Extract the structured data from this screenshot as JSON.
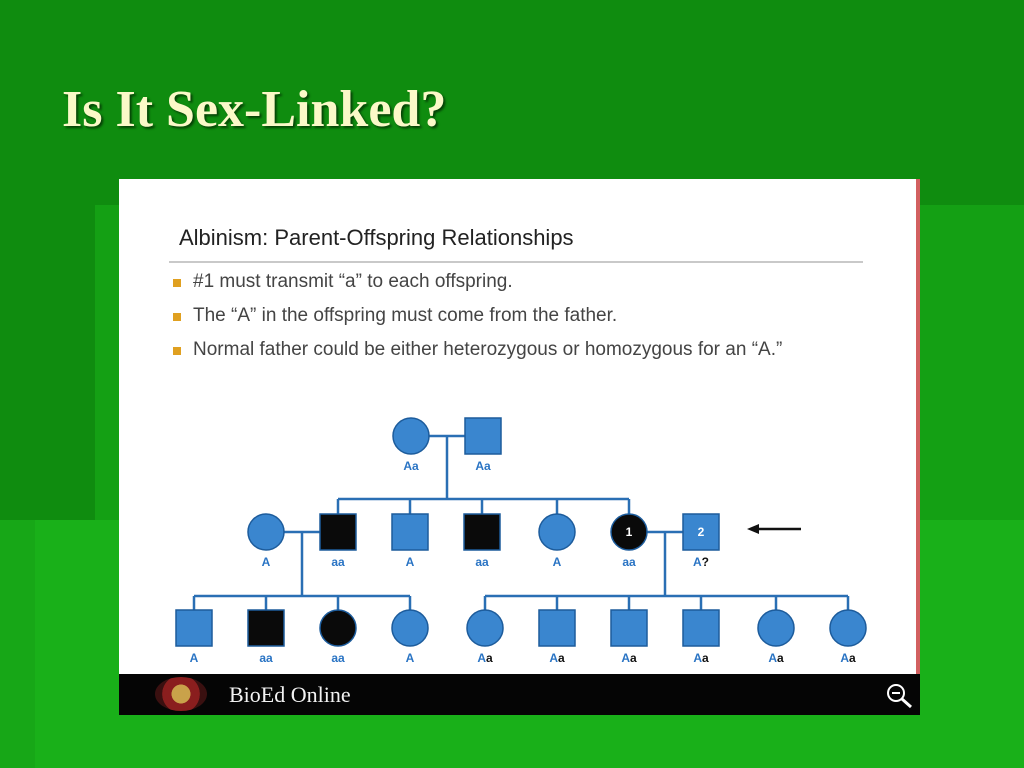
{
  "slide": {
    "title": "Is It Sex-Linked?"
  },
  "figure": {
    "heading": "Albinism: Parent-Offspring Relationships",
    "bullets": [
      "#1 must transmit “a” to each offspring.",
      "The “A” in the offspring must come from the father.",
      "Normal father could be either heterozygous or homozygous for an “A.”"
    ],
    "pedigree": {
      "generation1": [
        {
          "sex": "female",
          "affected": false,
          "label": "Aa"
        },
        {
          "sex": "male",
          "affected": false,
          "label": "Aa"
        }
      ],
      "generation2": [
        {
          "sex": "female",
          "affected": false,
          "label": "A"
        },
        {
          "sex": "male",
          "affected": true,
          "label": "aa"
        },
        {
          "sex": "male",
          "affected": false,
          "label": "A"
        },
        {
          "sex": "male",
          "affected": true,
          "label": "aa"
        },
        {
          "sex": "female",
          "affected": false,
          "label": "A"
        },
        {
          "sex": "female",
          "affected": true,
          "label": "aa",
          "number": "1"
        },
        {
          "sex": "male",
          "affected": false,
          "label": "A",
          "label_suffix": "?",
          "number": "2"
        }
      ],
      "generation3_left": [
        {
          "sex": "male",
          "affected": false,
          "label": "A"
        },
        {
          "sex": "male",
          "affected": true,
          "label": "aa"
        },
        {
          "sex": "female",
          "affected": true,
          "label": "aa"
        },
        {
          "sex": "female",
          "affected": false,
          "label": "A"
        }
      ],
      "generation3_right": [
        {
          "sex": "female",
          "affected": false,
          "label": "A",
          "label_suffix": "a"
        },
        {
          "sex": "male",
          "affected": false,
          "label": "A",
          "label_suffix": "a"
        },
        {
          "sex": "male",
          "affected": false,
          "label": "A",
          "label_suffix": "a"
        },
        {
          "sex": "male",
          "affected": false,
          "label": "A",
          "label_suffix": "a"
        },
        {
          "sex": "female",
          "affected": false,
          "label": "A",
          "label_suffix": "a"
        },
        {
          "sex": "female",
          "affected": false,
          "label": "A",
          "label_suffix": "a"
        }
      ]
    },
    "colors": {
      "unaffected": "#3a86cf",
      "affected": "#0a0a0a",
      "line": "#2a6fb4"
    },
    "footer": {
      "brand": "BioEd Online"
    }
  }
}
